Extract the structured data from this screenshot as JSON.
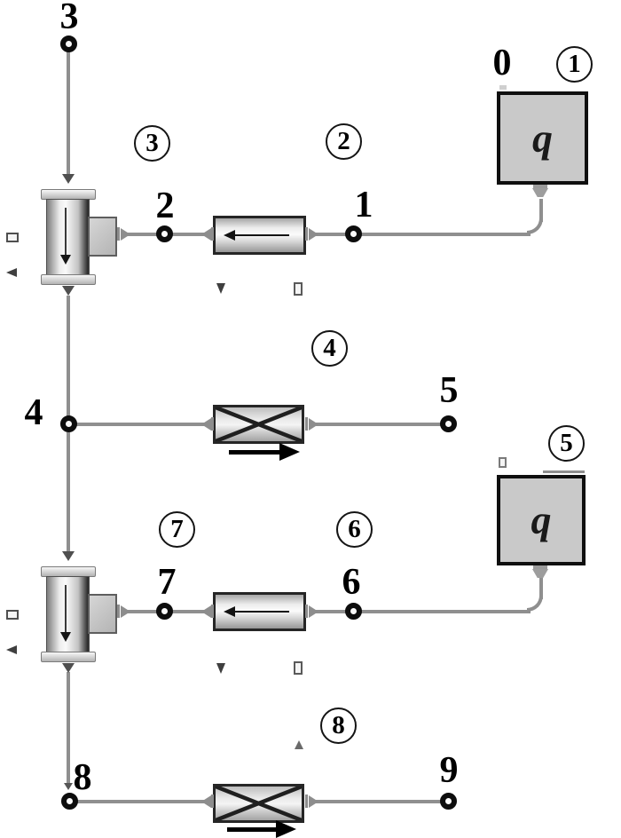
{
  "diagram_type": "flow-network schematic",
  "nodes": [
    {
      "label": "0"
    },
    {
      "label": "1"
    },
    {
      "label": "2"
    },
    {
      "label": "3"
    },
    {
      "label": "4"
    },
    {
      "label": "5"
    },
    {
      "label": "6"
    },
    {
      "label": "7"
    },
    {
      "label": "8"
    },
    {
      "label": "9"
    }
  ],
  "badges": [
    {
      "label": "1"
    },
    {
      "label": "2"
    },
    {
      "label": "3"
    },
    {
      "label": "4"
    },
    {
      "label": "5"
    },
    {
      "label": "6"
    },
    {
      "label": "7"
    },
    {
      "label": "8"
    }
  ],
  "heat_sources": [
    {
      "symbol": "q"
    },
    {
      "symbol": "q"
    }
  ],
  "icons": {
    "vessel-down-arrow-icon": "↓",
    "pipe-left-arrow-icon": "←",
    "flow-right-arrow-icon": "➤",
    "connector-port-icon": "◄",
    "connector-down-icon": "▼",
    "connector-up-icon": "▲"
  },
  "colors": {
    "line": "#8f8f8f",
    "component_border": "#262626",
    "heat_source_fill": "#c9c9c9",
    "node_ring": "#0d0d0d",
    "flow_arrow": "#000000"
  }
}
